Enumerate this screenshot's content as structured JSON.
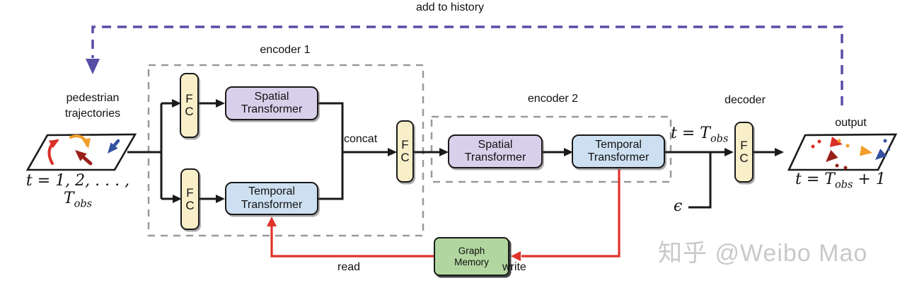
{
  "colors": {
    "ink": "#1a1a1a",
    "red": "#e0332b",
    "purple": "#584da6",
    "boundary": "#999999",
    "fc-fill": "#f8efc9",
    "spatial-fill": "#d8d0eb",
    "temporal-fill": "#cde0f1",
    "memory-fill": "#b2d69f",
    "watermark": "#c9c9c9",
    "traj-red": "#d92f26",
    "traj-orange": "#f29e2a",
    "traj-darkred": "#99201a",
    "traj-blue": "#33519f"
  },
  "header": {
    "add_to_history": "add to history"
  },
  "input": {
    "title": "pedestrian\ntrajectories",
    "time_main": "t = 1, 2, . . . , T",
    "time_sub": "obs"
  },
  "encoder1": {
    "title": "encoder 1",
    "fc_top": "F\nC",
    "fc_bottom": "F\nC",
    "spatial": "Spatial\nTransformer",
    "temporal": "Temporal\nTransformer"
  },
  "concat_label": "concat",
  "fc_mid": "F\nC",
  "encoder2": {
    "title": "encoder 2",
    "spatial": "Spatial\nTransformer",
    "temporal": "Temporal\nTransformer"
  },
  "t_obs": {
    "main": "t = T",
    "sub": "obs"
  },
  "epsilon": "ϵ",
  "decoder": {
    "title": "decoder",
    "fc": "F\nC"
  },
  "output": {
    "title": "output",
    "time_main": "t = T",
    "time_sub": "obs",
    "time_tail": " + 1"
  },
  "memory": {
    "label": "Graph\nMemory",
    "read": "read",
    "write": "write"
  },
  "watermark": "知乎 @Weibo Mao"
}
